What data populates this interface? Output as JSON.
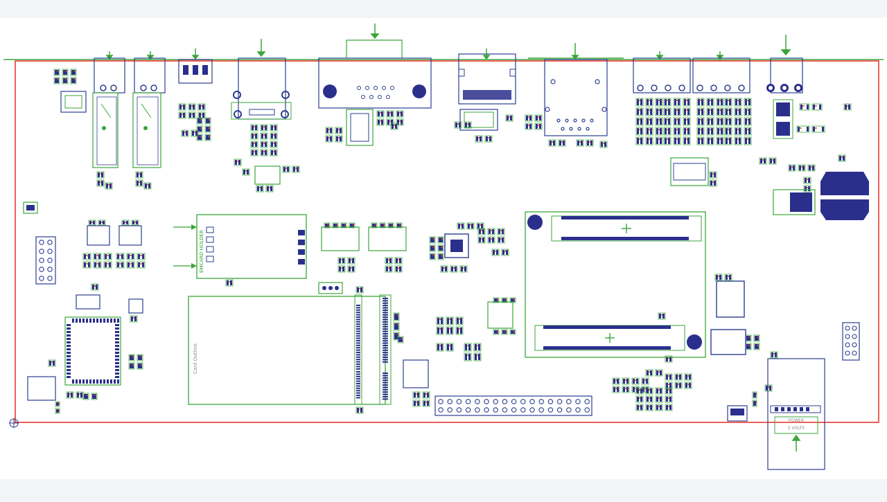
{
  "colors": {
    "page_background": "#f4f5f7",
    "canvas": "#ffffff",
    "board_outline": "#e8382f",
    "component_outline_green": "#3aa53a",
    "component_outline_blue": "#2a3d8f",
    "pad_blue": "#2b2f8c",
    "designator_red": "#d83a2a",
    "silk_text_gray": "#8a8a8a"
  },
  "pcb": {
    "silkscreen_labels": {
      "card_outline": "Card Outline",
      "conn_module": "EMCARD HOLDER",
      "power_label_1": "POWER",
      "power_label_2": "5 VOLTS"
    }
  }
}
